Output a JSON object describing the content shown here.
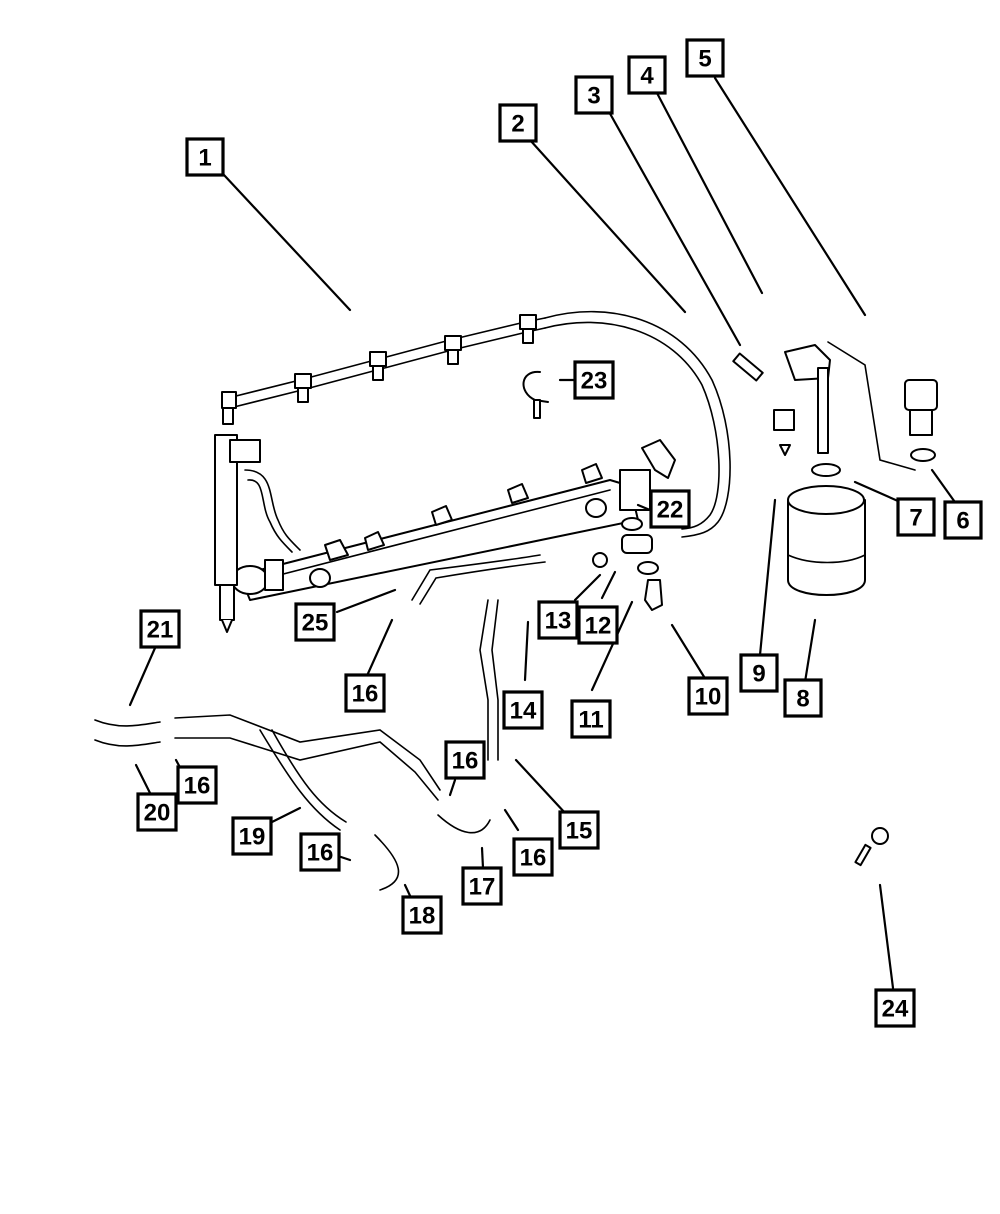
{
  "diagram": {
    "type": "exploded-parts-diagram",
    "subject": "Fuel rail, injectors, fuel filter and fuel lines",
    "colors": {
      "line": "#000000",
      "background": "#ffffff"
    },
    "callouts": [
      {
        "id": "c1",
        "label": "1"
      },
      {
        "id": "c2",
        "label": "2"
      },
      {
        "id": "c3",
        "label": "3"
      },
      {
        "id": "c4",
        "label": "4"
      },
      {
        "id": "c5",
        "label": "5"
      },
      {
        "id": "c6",
        "label": "6"
      },
      {
        "id": "c7",
        "label": "7"
      },
      {
        "id": "c8",
        "label": "8"
      },
      {
        "id": "c9",
        "label": "9"
      },
      {
        "id": "c10",
        "label": "10"
      },
      {
        "id": "c11",
        "label": "11"
      },
      {
        "id": "c12",
        "label": "12"
      },
      {
        "id": "c13",
        "label": "13"
      },
      {
        "id": "c14",
        "label": "14"
      },
      {
        "id": "c15",
        "label": "15"
      },
      {
        "id": "c16a",
        "label": "16"
      },
      {
        "id": "c16b",
        "label": "16"
      },
      {
        "id": "c16c",
        "label": "16"
      },
      {
        "id": "c16d",
        "label": "16"
      },
      {
        "id": "c16e",
        "label": "16"
      },
      {
        "id": "c17",
        "label": "17"
      },
      {
        "id": "c18",
        "label": "18"
      },
      {
        "id": "c19",
        "label": "19"
      },
      {
        "id": "c20",
        "label": "20"
      },
      {
        "id": "c21",
        "label": "21"
      },
      {
        "id": "c22",
        "label": "22"
      },
      {
        "id": "c23",
        "label": "23"
      },
      {
        "id": "c24",
        "label": "24"
      },
      {
        "id": "c25",
        "label": "25"
      }
    ]
  }
}
